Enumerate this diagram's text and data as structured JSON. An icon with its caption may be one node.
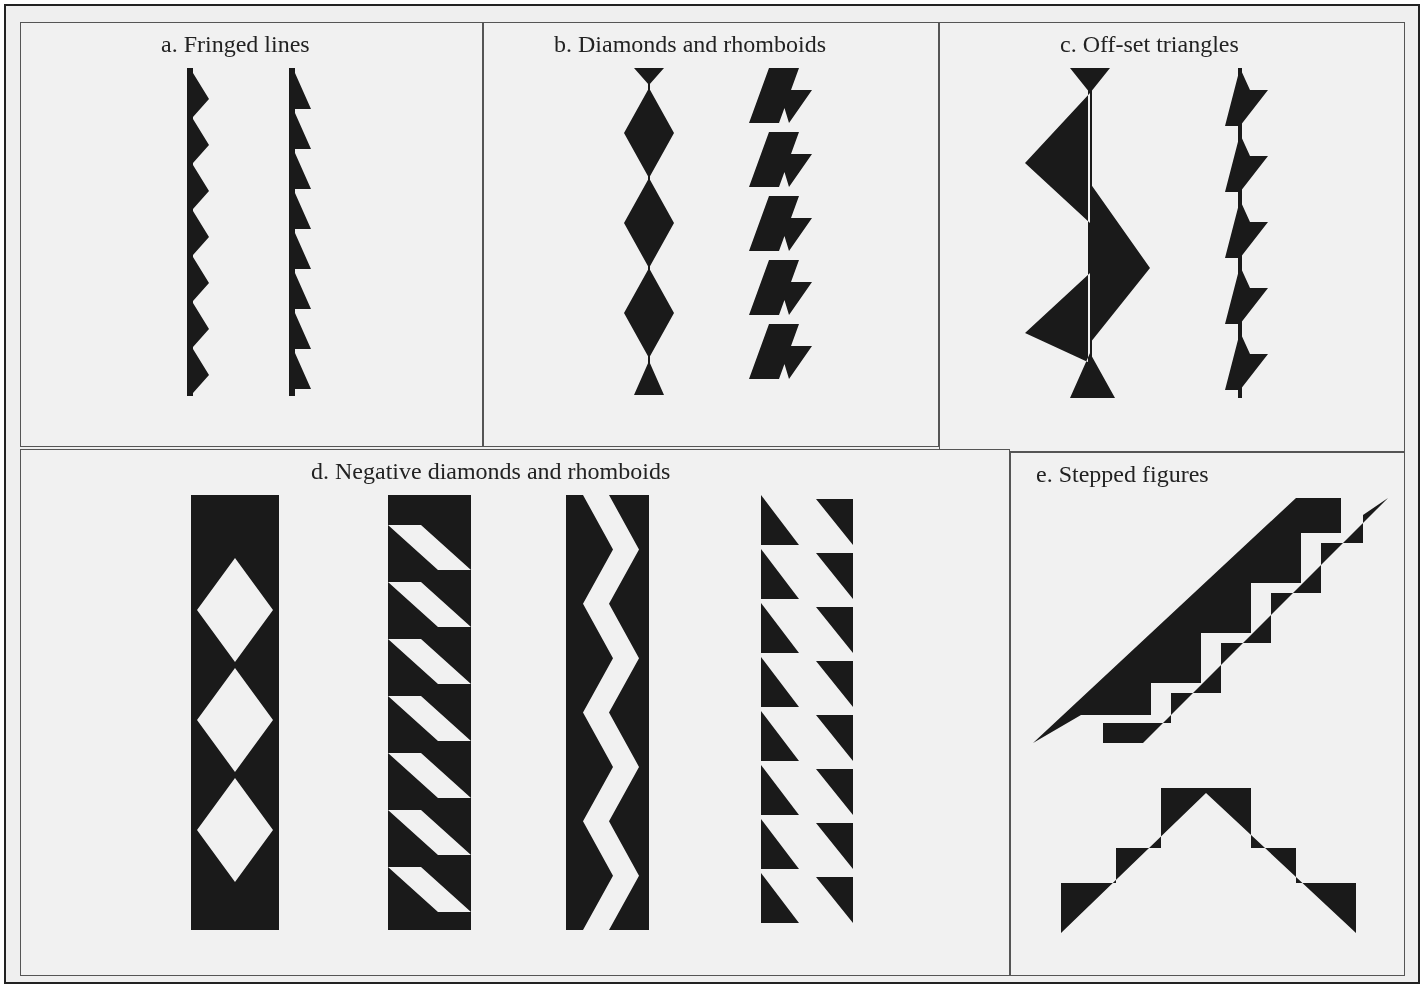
{
  "diagram": {
    "nodes": [
      {
        "text": [
          "a. Fringed lines"
        ]
      },
      {
        "text": [
          "b. Diamonds and rhomboids"
        ]
      },
      {
        "text": [
          "c. Off-set triangles"
        ]
      },
      {
        "text": [
          "d. Negative diamonds and rhomboids"
        ]
      },
      {
        "text": [
          "e. Stepped figures"
        ]
      }
    ]
  }
}
